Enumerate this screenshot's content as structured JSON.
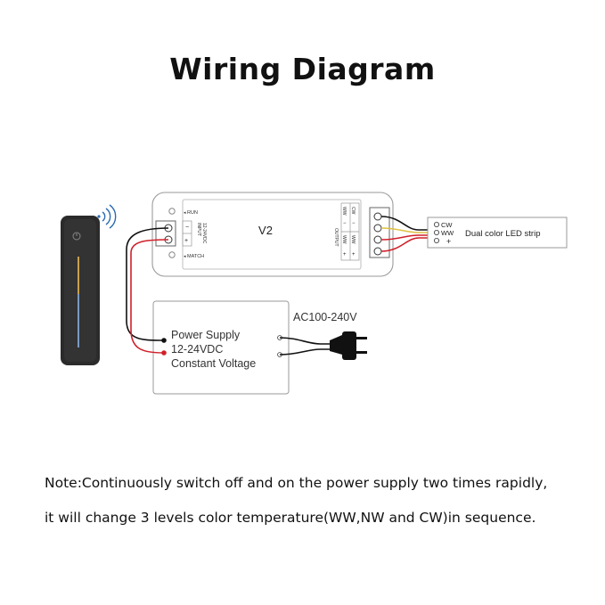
{
  "title": "Wiring Diagram",
  "controller": {
    "model": "V2",
    "run_label": "RUN",
    "match_label": "MATCH",
    "input_label": "INPUT",
    "input_voltage": "12-24VDC",
    "input_minus": "−",
    "input_plus": "+",
    "output_label": "OUTPUT",
    "output_terminals": [
      "CW",
      "WW",
      "+",
      "+"
    ],
    "output_signs": [
      "−",
      "−",
      "+",
      "+"
    ]
  },
  "led_strip": {
    "label": "Dual color LED strip",
    "terminals": [
      "CW",
      "WW",
      "+"
    ]
  },
  "power_supply": {
    "lines": [
      "Power Supply",
      "12-24VDC",
      "Constant Voltage"
    ],
    "ac_label": "AC100-240V"
  },
  "note": {
    "line1": "Note:Continuously switch off and on the power supply two times rapidly,",
    "line2": "it will change 3 levels color temperature(WW,NW and CW)in sequence."
  },
  "colors": {
    "wire_black": "#111111",
    "wire_red": "#d0202a",
    "wire_yellow": "#e0c040",
    "remote_body": "#2b2b2b",
    "outline_gray": "#9a9a9a"
  }
}
